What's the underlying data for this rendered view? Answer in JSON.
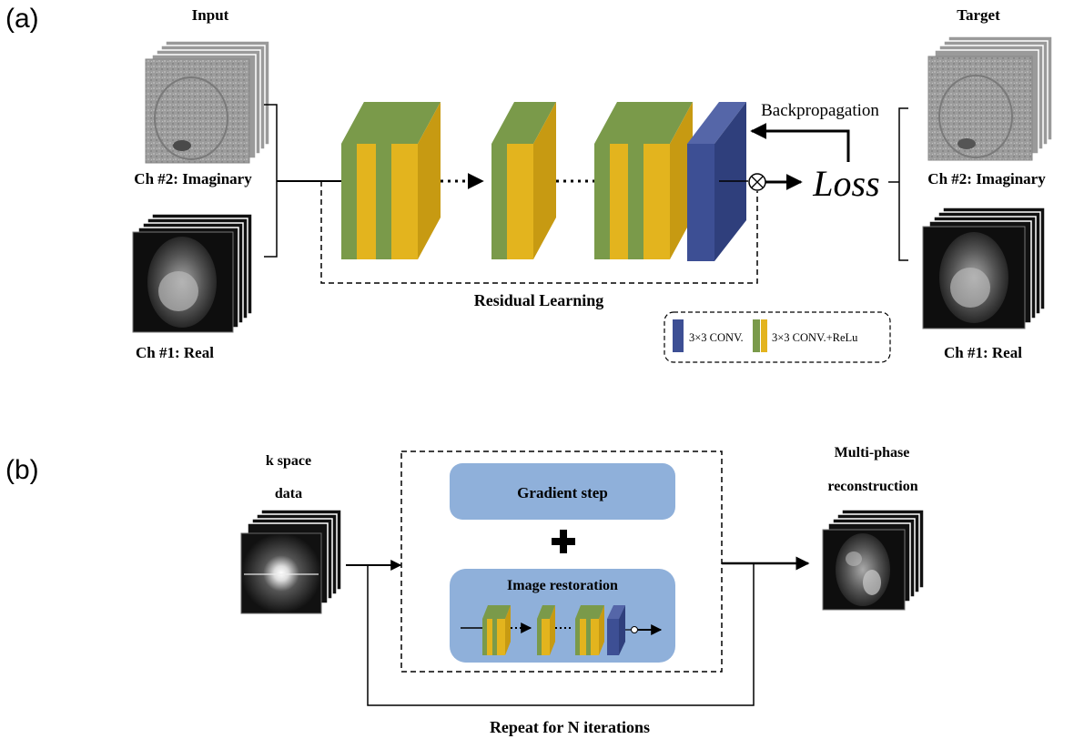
{
  "panel_a": {
    "tag": "(a)",
    "input_title": "Input",
    "target_title": "Target",
    "ch2_label": "Ch #2: Imaginary",
    "ch1_label": "Ch #1: Real",
    "backprop_label": "Backpropagation",
    "loss_label": "Loss",
    "residual_label": "Residual Learning",
    "legend": {
      "conv_label": "3×3 CONV.",
      "conv_relu_label": "3×3 CONV.+ReLu"
    }
  },
  "panel_b": {
    "tag": "(b)",
    "kspace_line1": "k space",
    "kspace_line2": "data",
    "gradient_step": "Gradient step",
    "image_restoration": "Image restoration",
    "output_line1": "Multi-phase",
    "output_line2": "reconstruction",
    "repeat_label": "Repeat for N iterations"
  },
  "colors": {
    "green": "#7a9a4a",
    "yellow": "#e3b41e",
    "blue": "#3d4f94",
    "box_blue": "#8fb0da"
  }
}
